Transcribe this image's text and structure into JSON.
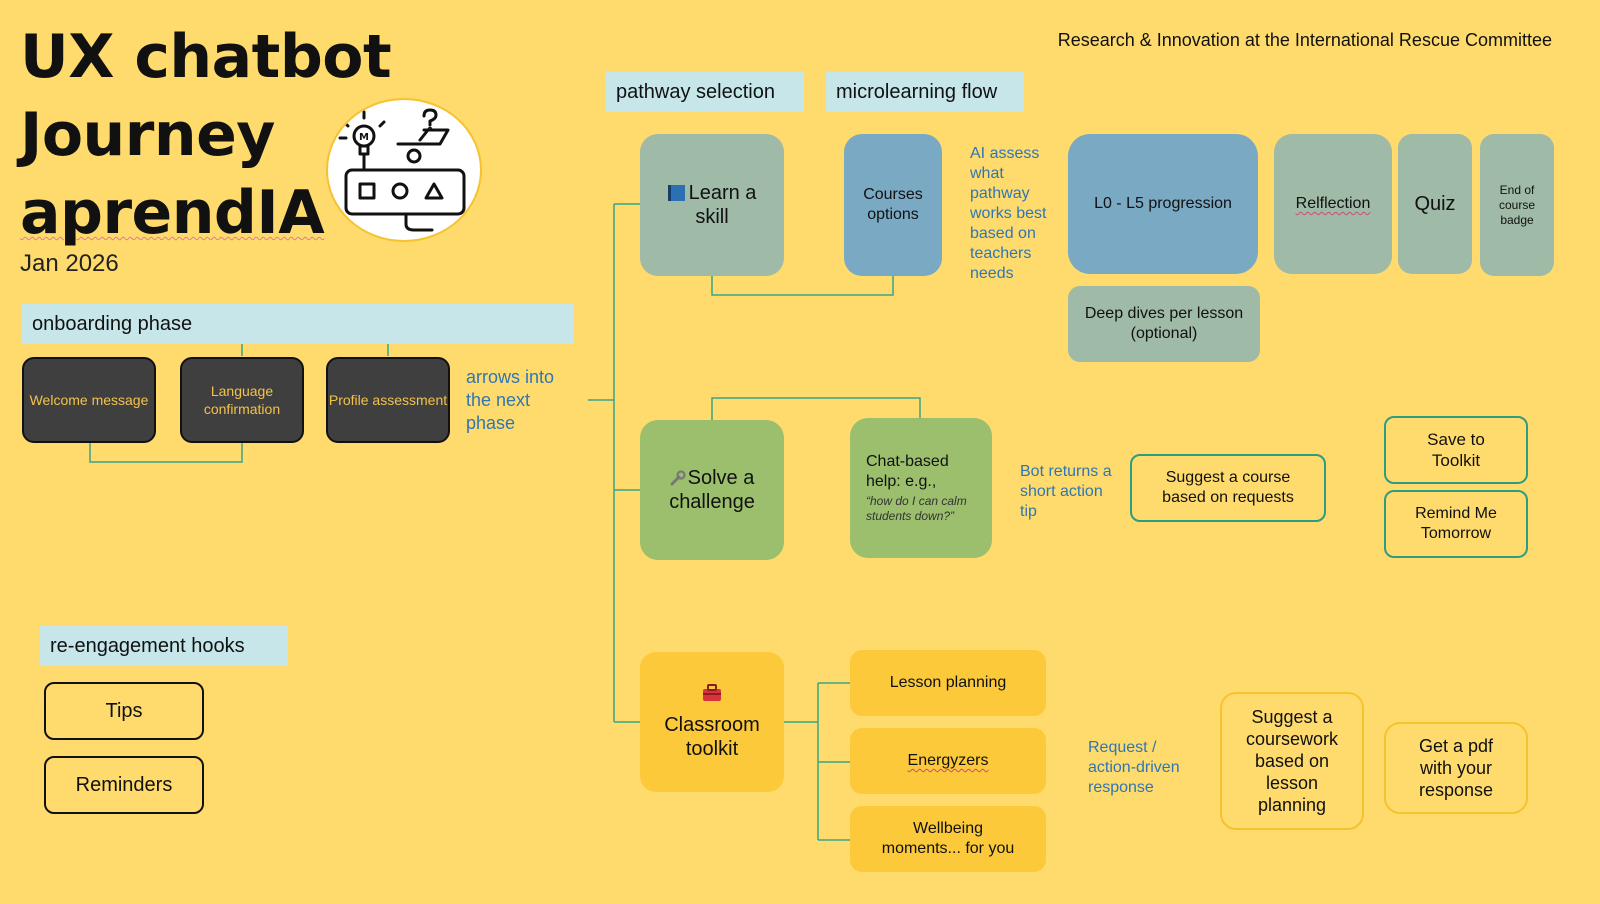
{
  "title": {
    "line1": "UX chatbot",
    "line2": "Journey",
    "line3": "aprendIA",
    "date": "Jan 2026"
  },
  "org": "Research & Innovation at the International Rescue Committee",
  "onboarding": {
    "header": "onboarding phase",
    "steps": [
      "Welcome message",
      "Language confirmation",
      "Profile assessment"
    ],
    "note": "arrows into the next phase"
  },
  "reengagement": {
    "header": "re-engagement hooks",
    "items": [
      "Tips",
      "Reminders"
    ]
  },
  "headers": {
    "pathway": "pathway selection",
    "micro": "microlearning flow"
  },
  "learn": {
    "label": "Learn a skill",
    "icon": "blue-book-emoji",
    "courses": "Courses options",
    "note": "AI assess what pathway works best based on teachers needs",
    "progression": "L0 - L5 progression",
    "reflection": "Relflection",
    "quiz": "Quiz",
    "badge": "End of course badge",
    "deepdive": "Deep dives per lesson (optional)"
  },
  "solve": {
    "label": "Solve a challenge",
    "icon": "wrench-emoji",
    "chat_title": "Chat-based help: e.g.,",
    "chat_quote": "“how do I can calm students down?”",
    "note": "Bot returns a short action tip",
    "suggest": "Suggest a course based on requests",
    "save": "Save to Toolkit",
    "remind": "Remind Me Tomorrow"
  },
  "toolkit": {
    "label": "Classroom toolkit",
    "icon": "toolbox-emoji",
    "items": [
      "Lesson planning",
      "Energyzers",
      "Wellbeing moments... for you"
    ],
    "note": "Request / action-driven response",
    "suggest": "Suggest a coursework based on lesson planning",
    "pdf": "Get a pdf with your response"
  },
  "colors": {
    "background": "#fedb6c",
    "header": "#c6e6ea",
    "connector": "#3aa58a",
    "note_text": "#2f76b5"
  }
}
